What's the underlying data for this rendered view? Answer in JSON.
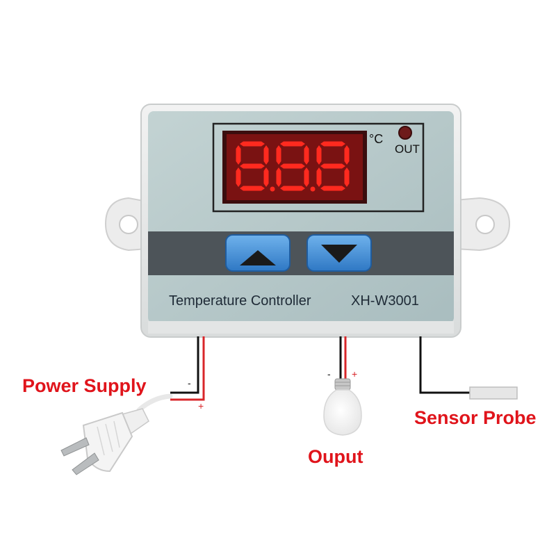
{
  "device": {
    "display_readout": "888",
    "unit": "°C",
    "out_indicator_label": "OUT",
    "product_name": "Temperature Controller",
    "model": "XH-W3001",
    "up_button_icon": "triangle-up-icon",
    "down_button_icon": "triangle-down-icon"
  },
  "connections": {
    "power": {
      "label": "Power Supply",
      "negative_mark": "-",
      "positive_mark": "+",
      "icon": "power-plug-icon"
    },
    "output": {
      "label": "Ouput",
      "negative_mark": "-",
      "positive_mark": "+",
      "icon": "light-bulb-icon"
    },
    "sensor": {
      "label": "Sensor Probe",
      "icon": "sensor-probe-icon"
    }
  },
  "colors": {
    "label_red": "#e0141b",
    "panel_face": "#b3c6c7",
    "display_red": "#ff2a1f",
    "button_blue": "#3f8fd6",
    "button_band": "#4d5459"
  }
}
